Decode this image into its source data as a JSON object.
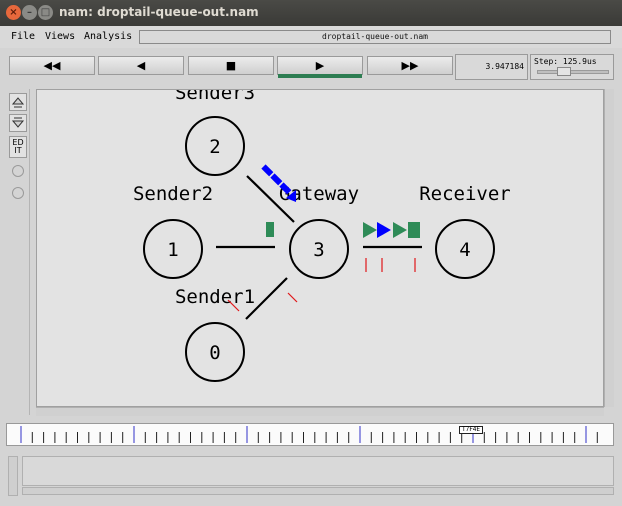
{
  "window": {
    "title": "nam: droptail-queue-out.nam",
    "close": "×",
    "minimize": "–",
    "maximize": "□"
  },
  "menu": {
    "file": "File",
    "views": "Views",
    "analysis": "Analysis",
    "filename": "droptail-queue-out.nam"
  },
  "controls": {
    "rewind": "◀◀",
    "back": "◀",
    "stop": "■",
    "play": "▶",
    "fast_forward": "▶▶",
    "time": "3.947184",
    "step": "Step: 125.9us"
  },
  "tools": {
    "edit": "ED IT"
  },
  "network": {
    "nodes": [
      {
        "id": "0",
        "label": "Sender1"
      },
      {
        "id": "1",
        "label": "Sender2"
      },
      {
        "id": "2",
        "label": "Sender3"
      },
      {
        "id": "3",
        "label": "Gateway"
      },
      {
        "id": "4",
        "label": "Receiver"
      }
    ],
    "colors": {
      "blue": "#0000ff",
      "green": "#2e8b57",
      "red": "#e0181a"
    }
  },
  "timeline": {
    "marker": "T7F4E"
  }
}
